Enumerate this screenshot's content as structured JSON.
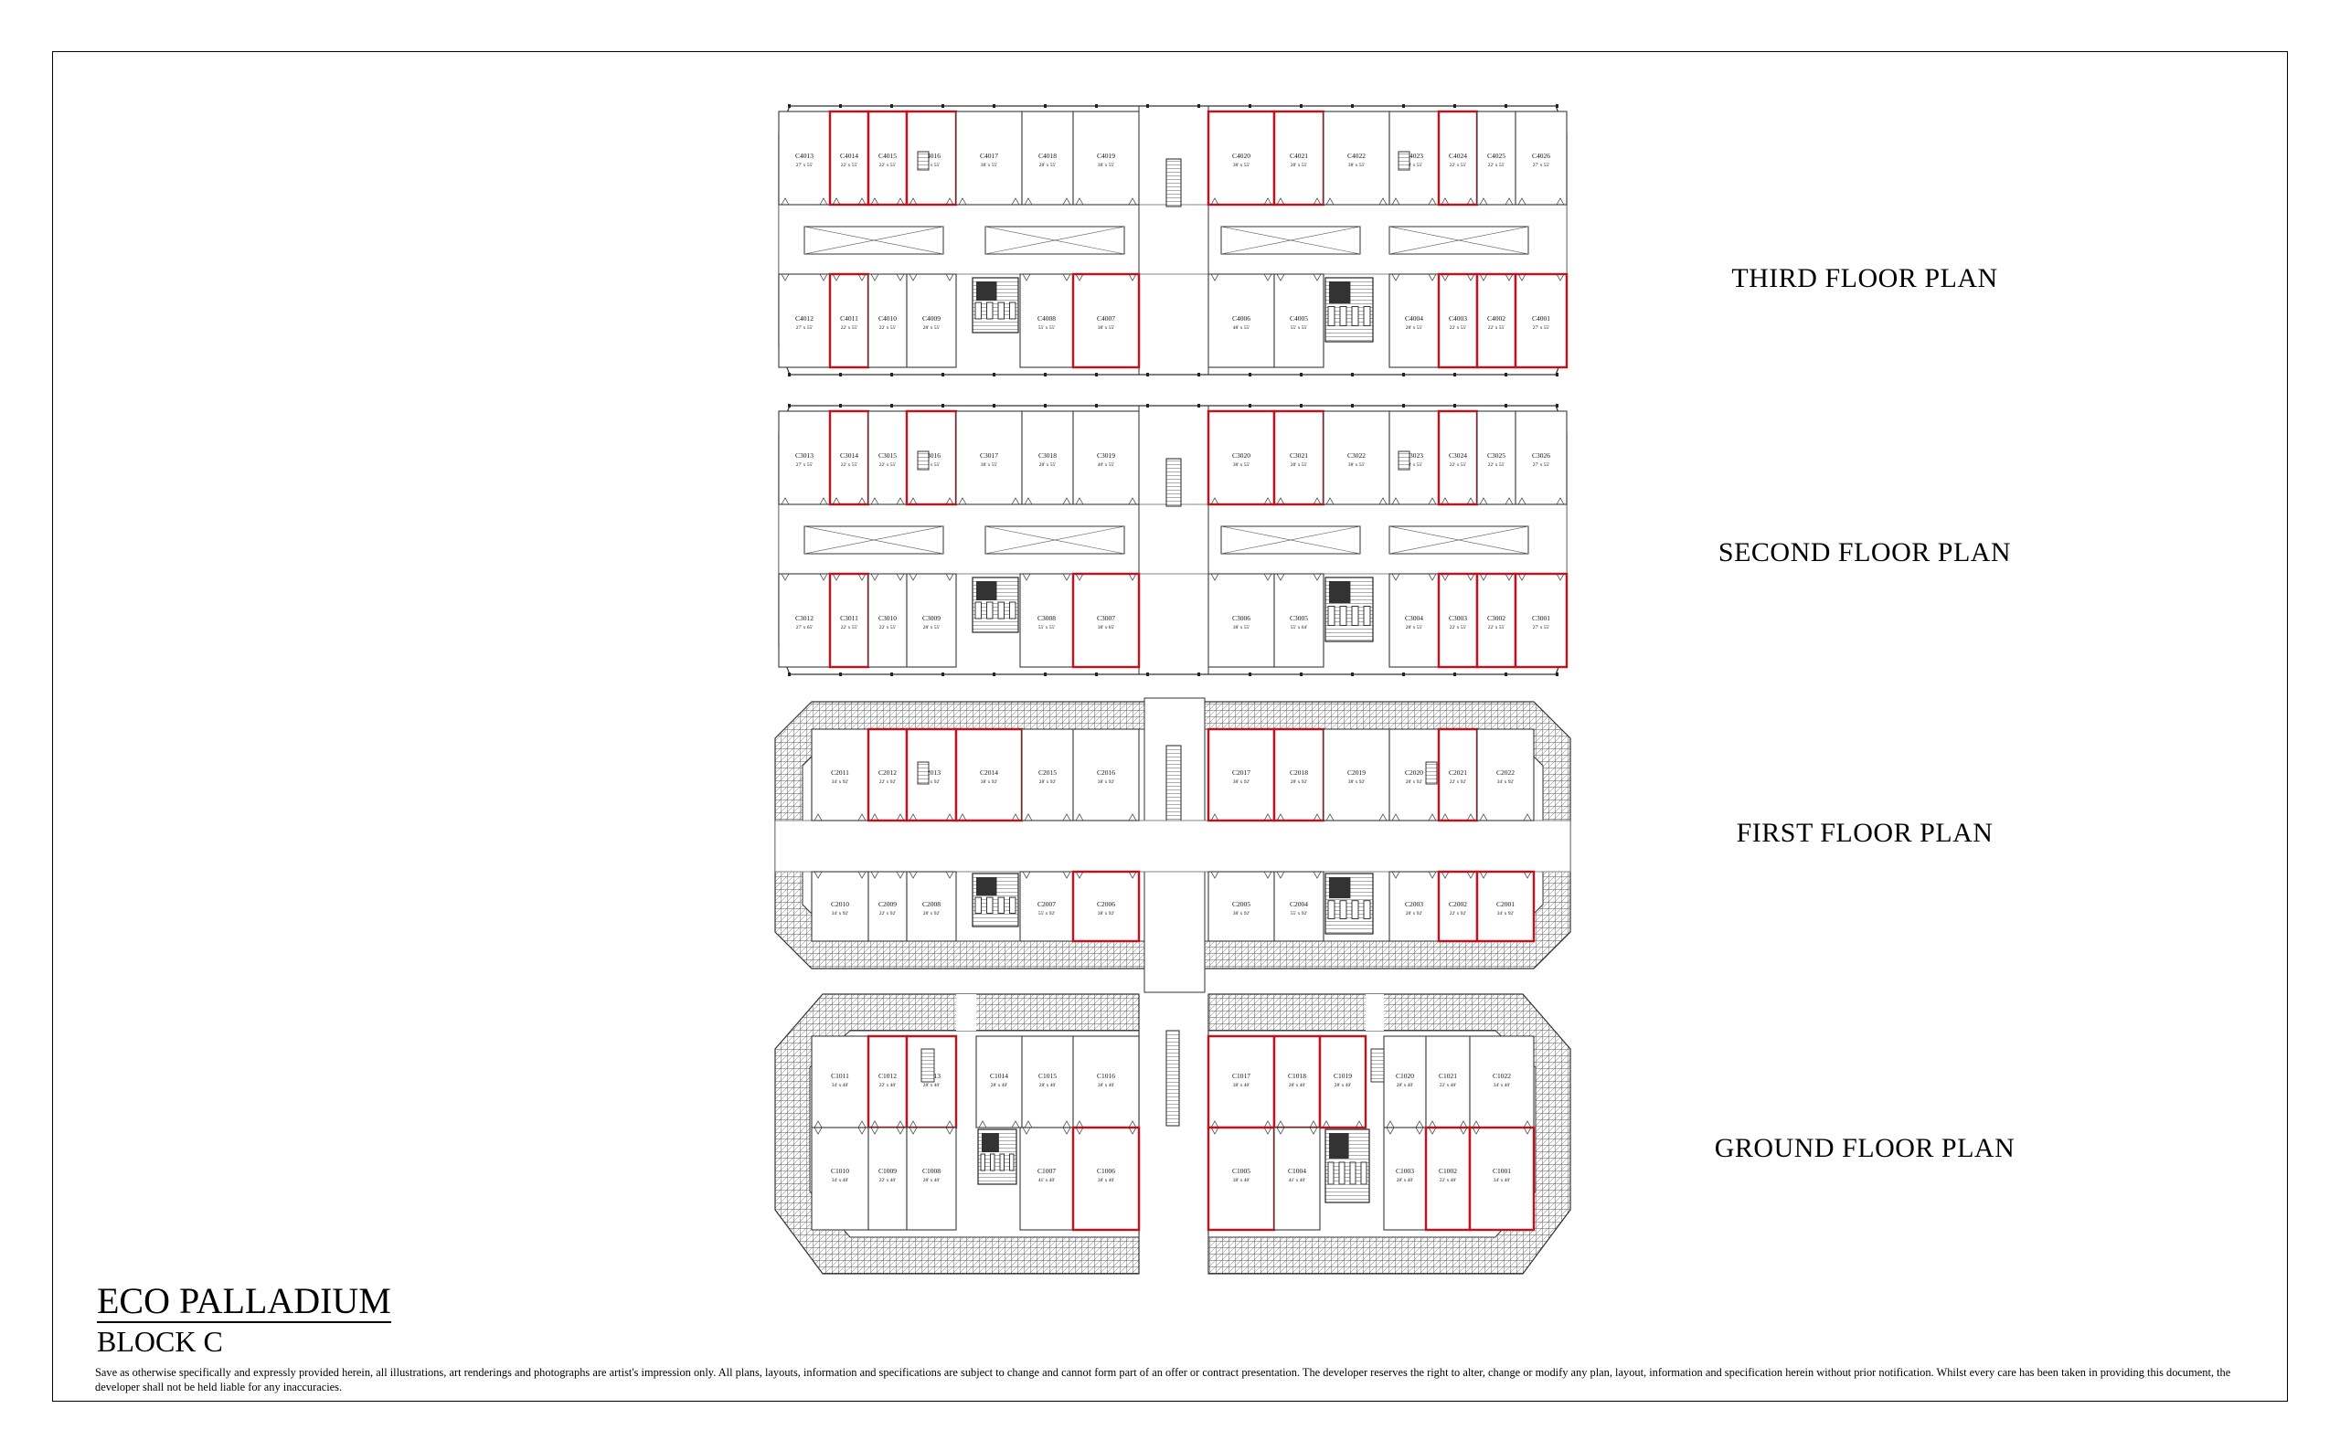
{
  "project_name": "ECO PALLADIUM",
  "block_name": "BLOCK C",
  "disclaimer": "Save as otherwise specifically and expressly provided herein, all illustrations, art renderings and photographs are artist's impression only. All plans, layouts, information and specifications are subject to change and cannot form part of an offer or contract presentation. The developer reserves the right to alter, change or modify any plan, layout, information and specification herein without prior notification. Whilst every care has been taken in providing this document, the developer shall not be held liable for any inaccuracies.",
  "floors": [
    {
      "title": "THIRD FLOOR PLAN",
      "top_units": [
        {
          "id": "C4013",
          "size": "27' x 55'",
          "hl": false
        },
        {
          "id": "C4014",
          "size": "22' x 55'",
          "hl": true
        },
        {
          "id": "C4015",
          "size": "22' x 55'",
          "hl": true
        },
        {
          "id": "C4016",
          "size": "28' x 55'",
          "hl": true
        },
        {
          "id": "C4017",
          "size": "38' x 55'",
          "hl": false
        },
        {
          "id": "C4018",
          "size": "28' x 55'",
          "hl": false
        },
        {
          "id": "C4019",
          "size": "38' x 55'",
          "hl": false
        },
        {
          "id": "C4020",
          "size": "38' x 55'",
          "hl": true
        },
        {
          "id": "C4021",
          "size": "28' x 55'",
          "hl": true
        },
        {
          "id": "C4022",
          "size": "38' x 55'",
          "hl": false
        },
        {
          "id": "C4023",
          "size": "28' x 55'",
          "hl": false
        },
        {
          "id": "C4024",
          "size": "22' x 55'",
          "hl": true
        },
        {
          "id": "C4025",
          "size": "22' x 55'",
          "hl": false
        },
        {
          "id": "C4026",
          "size": "27' x 55'",
          "hl": false
        }
      ],
      "bottom_units": [
        {
          "id": "C4012",
          "size": "27' x 55'",
          "hl": false
        },
        {
          "id": "C4011",
          "size": "22' x 55'",
          "hl": true
        },
        {
          "id": "C4010",
          "size": "22' x 55'",
          "hl": false
        },
        {
          "id": "C4009",
          "size": "28' x 55'",
          "hl": false
        },
        {
          "id": "C4008",
          "size": "55' x 55'",
          "hl": false
        },
        {
          "id": "C4007",
          "size": "38' x 55'",
          "hl": true
        },
        {
          "id": "C4006",
          "size": "48' x 55'",
          "hl": false
        },
        {
          "id": "C4005",
          "size": "55' x 55'",
          "hl": false
        },
        {
          "id": "C4004",
          "size": "28' x 55'",
          "hl": false
        },
        {
          "id": "C4003",
          "size": "22' x 55'",
          "hl": true
        },
        {
          "id": "C4002",
          "size": "22' x 55'",
          "hl": true
        },
        {
          "id": "C4001",
          "size": "27' x 55'",
          "hl": true
        }
      ]
    },
    {
      "title": "SECOND FLOOR PLAN",
      "top_units": [
        {
          "id": "C3013",
          "size": "27' x 55'",
          "hl": false
        },
        {
          "id": "C3014",
          "size": "22' x 55'",
          "hl": true
        },
        {
          "id": "C3015",
          "size": "22' x 55'",
          "hl": false
        },
        {
          "id": "C3016",
          "size": "28' x 55'",
          "hl": true
        },
        {
          "id": "C3017",
          "size": "38' x 55'",
          "hl": false
        },
        {
          "id": "C3018",
          "size": "28' x 55'",
          "hl": false
        },
        {
          "id": "C3019",
          "size": "40' x 55'",
          "hl": false
        },
        {
          "id": "C3020",
          "size": "38' x 55'",
          "hl": true
        },
        {
          "id": "C3021",
          "size": "28' x 55'",
          "hl": true
        },
        {
          "id": "C3022",
          "size": "38' x 55'",
          "hl": false
        },
        {
          "id": "C3023",
          "size": "28' x 55'",
          "hl": false
        },
        {
          "id": "C3024",
          "size": "22' x 55'",
          "hl": true
        },
        {
          "id": "C3025",
          "size": "22' x 55'",
          "hl": false
        },
        {
          "id": "C3026",
          "size": "27' x 55'",
          "hl": false
        }
      ],
      "bottom_units": [
        {
          "id": "C3012",
          "size": "27' x 65'",
          "hl": false
        },
        {
          "id": "C3011",
          "size": "22' x 55'",
          "hl": true
        },
        {
          "id": "C3010",
          "size": "22' x 55'",
          "hl": false
        },
        {
          "id": "C3009",
          "size": "28' x 55'",
          "hl": false
        },
        {
          "id": "C3008",
          "size": "55' x 55'",
          "hl": false
        },
        {
          "id": "C3007",
          "size": "38' x 65'",
          "hl": true
        },
        {
          "id": "C3006",
          "size": "38' x 55'",
          "hl": false
        },
        {
          "id": "C3005",
          "size": "55' x 64'",
          "hl": false
        },
        {
          "id": "C3004",
          "size": "28' x 55'",
          "hl": false
        },
        {
          "id": "C3003",
          "size": "22' x 55'",
          "hl": true
        },
        {
          "id": "C3002",
          "size": "22' x 55'",
          "hl": true
        },
        {
          "id": "C3001",
          "size": "27' x 55'",
          "hl": true
        }
      ]
    },
    {
      "title": "FIRST FLOOR PLAN",
      "top_units": [
        {
          "id": "C2011",
          "size": "34' x 92'",
          "hl": false
        },
        {
          "id": "C2012",
          "size": "22' x 92'",
          "hl": true
        },
        {
          "id": "C2013",
          "size": "28' x 92'",
          "hl": true
        },
        {
          "id": "C2014",
          "size": "38' x 92'",
          "hl": true
        },
        {
          "id": "C2015",
          "size": "28' x 92'",
          "hl": false
        },
        {
          "id": "C2016",
          "size": "38' x 92'",
          "hl": false
        },
        {
          "id": "C2017",
          "size": "38' x 92'",
          "hl": true
        },
        {
          "id": "C2018",
          "size": "28' x 92'",
          "hl": true
        },
        {
          "id": "C2019",
          "size": "38' x 92'",
          "hl": false
        },
        {
          "id": "C2020",
          "size": "28' x 92'",
          "hl": false
        },
        {
          "id": "C2021",
          "size": "22' x 92'",
          "hl": true
        },
        {
          "id": "C2022",
          "size": "34' x 92'",
          "hl": false
        }
      ],
      "bottom_units": [
        {
          "id": "C2010",
          "size": "34' x 92'",
          "hl": false
        },
        {
          "id": "C2009",
          "size": "22' x 92'",
          "hl": false
        },
        {
          "id": "C2008",
          "size": "28' x 92'",
          "hl": false
        },
        {
          "id": "C2007",
          "size": "55' x 92'",
          "hl": false
        },
        {
          "id": "C2006",
          "size": "38' x 92'",
          "hl": true
        },
        {
          "id": "C2005",
          "size": "38' x 92'",
          "hl": false
        },
        {
          "id": "C2004",
          "size": "55' x 92'",
          "hl": false
        },
        {
          "id": "C2003",
          "size": "28' x 92'",
          "hl": false
        },
        {
          "id": "C2002",
          "size": "22' x 92'",
          "hl": true
        },
        {
          "id": "C2001",
          "size": "34' x 92'",
          "hl": true
        }
      ]
    },
    {
      "title": "GROUND FLOOR PLAN",
      "top_units": [
        {
          "id": "C1011",
          "size": "34' x 40'",
          "hl": false
        },
        {
          "id": "C1012",
          "size": "22' x 40'",
          "hl": true
        },
        {
          "id": "C1013",
          "size": "28' x 40'",
          "hl": true
        },
        {
          "id": "C1014",
          "size": "28' x 40'",
          "hl": false
        },
        {
          "id": "C1015",
          "size": "28' x 40'",
          "hl": false
        },
        {
          "id": "C1016",
          "size": "38' x 40'",
          "hl": false
        },
        {
          "id": "C1017",
          "size": "38' x 40'",
          "hl": true
        },
        {
          "id": "C1018",
          "size": "28' x 40'",
          "hl": true
        },
        {
          "id": "C1019",
          "size": "28' x 40'",
          "hl": true
        },
        {
          "id": "C1020",
          "size": "28' x 40'",
          "hl": false
        },
        {
          "id": "C1021",
          "size": "22' x 40'",
          "hl": false
        },
        {
          "id": "C1022",
          "size": "34' x 40'",
          "hl": false
        }
      ],
      "bottom_units": [
        {
          "id": "C1010",
          "size": "34' x 40'",
          "hl": false
        },
        {
          "id": "C1009",
          "size": "22' x 40'",
          "hl": false
        },
        {
          "id": "C1008",
          "size": "28' x 40'",
          "hl": false
        },
        {
          "id": "C1007",
          "size": "41' x 40'",
          "hl": false
        },
        {
          "id": "C1006",
          "size": "38' x 40'",
          "hl": true
        },
        {
          "id": "C1005",
          "size": "38' x 40'",
          "hl": true
        },
        {
          "id": "C1004",
          "size": "41' x 40'",
          "hl": false
        },
        {
          "id": "C1003",
          "size": "28' x 40'",
          "hl": false
        },
        {
          "id": "C1002",
          "size": "22' x 40'",
          "hl": true
        },
        {
          "id": "C1001",
          "size": "34' x 40'",
          "hl": true
        }
      ]
    }
  ],
  "colors": {
    "line": "#3a3a3a",
    "highlight": "#c8101a",
    "hatch": "#555555"
  }
}
